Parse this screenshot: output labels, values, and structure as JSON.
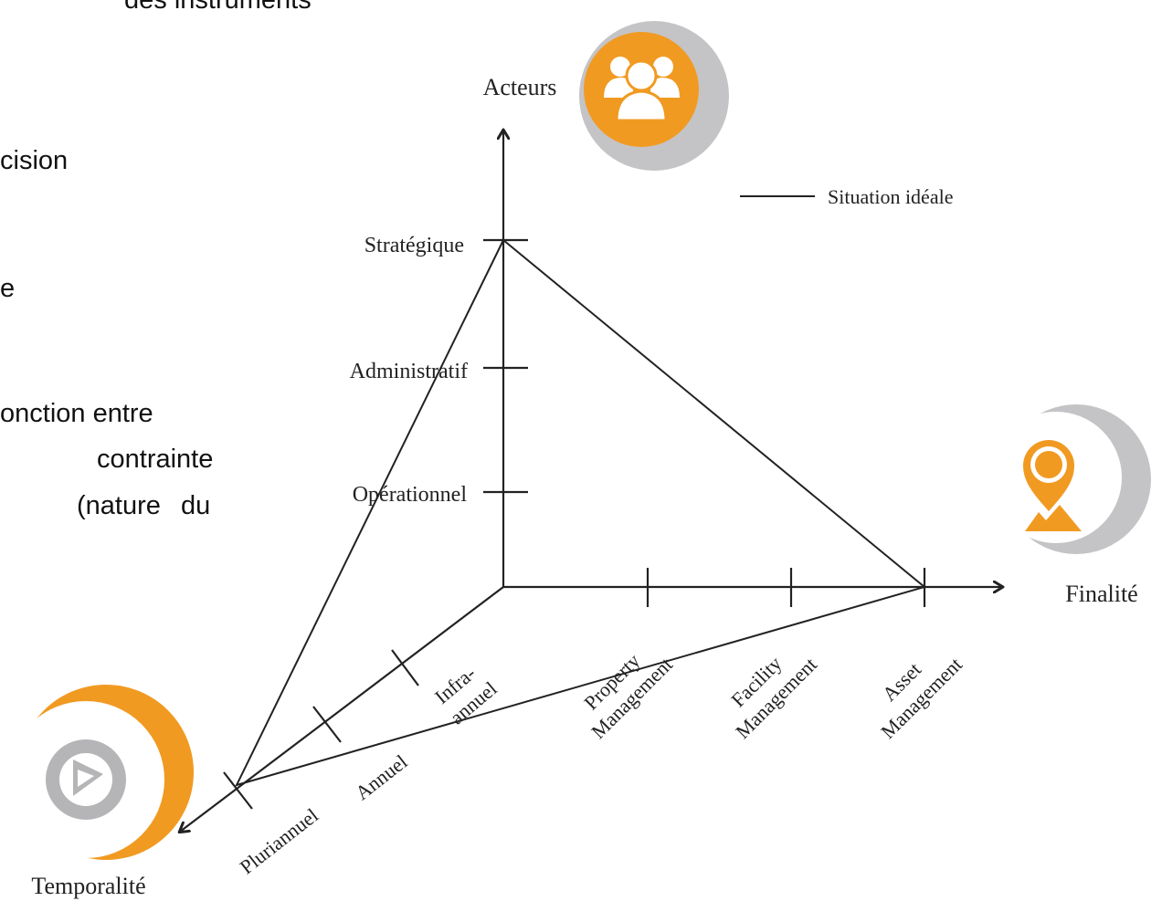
{
  "text_fragments": {
    "line1": "des instruments",
    "line2": "cision",
    "line3": "e",
    "line4": "onction entre",
    "line5": "contrainte",
    "line6a": "(nature",
    "line6b": "du"
  },
  "diagram": {
    "axes": {
      "vertical": "Acteurs",
      "horizontal": "Finalité",
      "diagonal": "Temporalité"
    },
    "vertical_ticks": [
      "Stratégique",
      "Administratif",
      "Opérationnel"
    ],
    "horizontal_ticks": [
      "Property Management",
      "Facility Management",
      "Asset Management"
    ],
    "diagonal_ticks": [
      "Infra-annuel",
      "Annuel",
      "Pluriannuel"
    ],
    "legend": "Situation idéale",
    "colors": {
      "accent": "#F19A21",
      "grey": "#C4C4C6",
      "icon_grey": "#B5B5B8",
      "line": "#222222"
    },
    "icons": [
      "people-group-icon",
      "location-pin-icon",
      "play-button-icon"
    ]
  }
}
